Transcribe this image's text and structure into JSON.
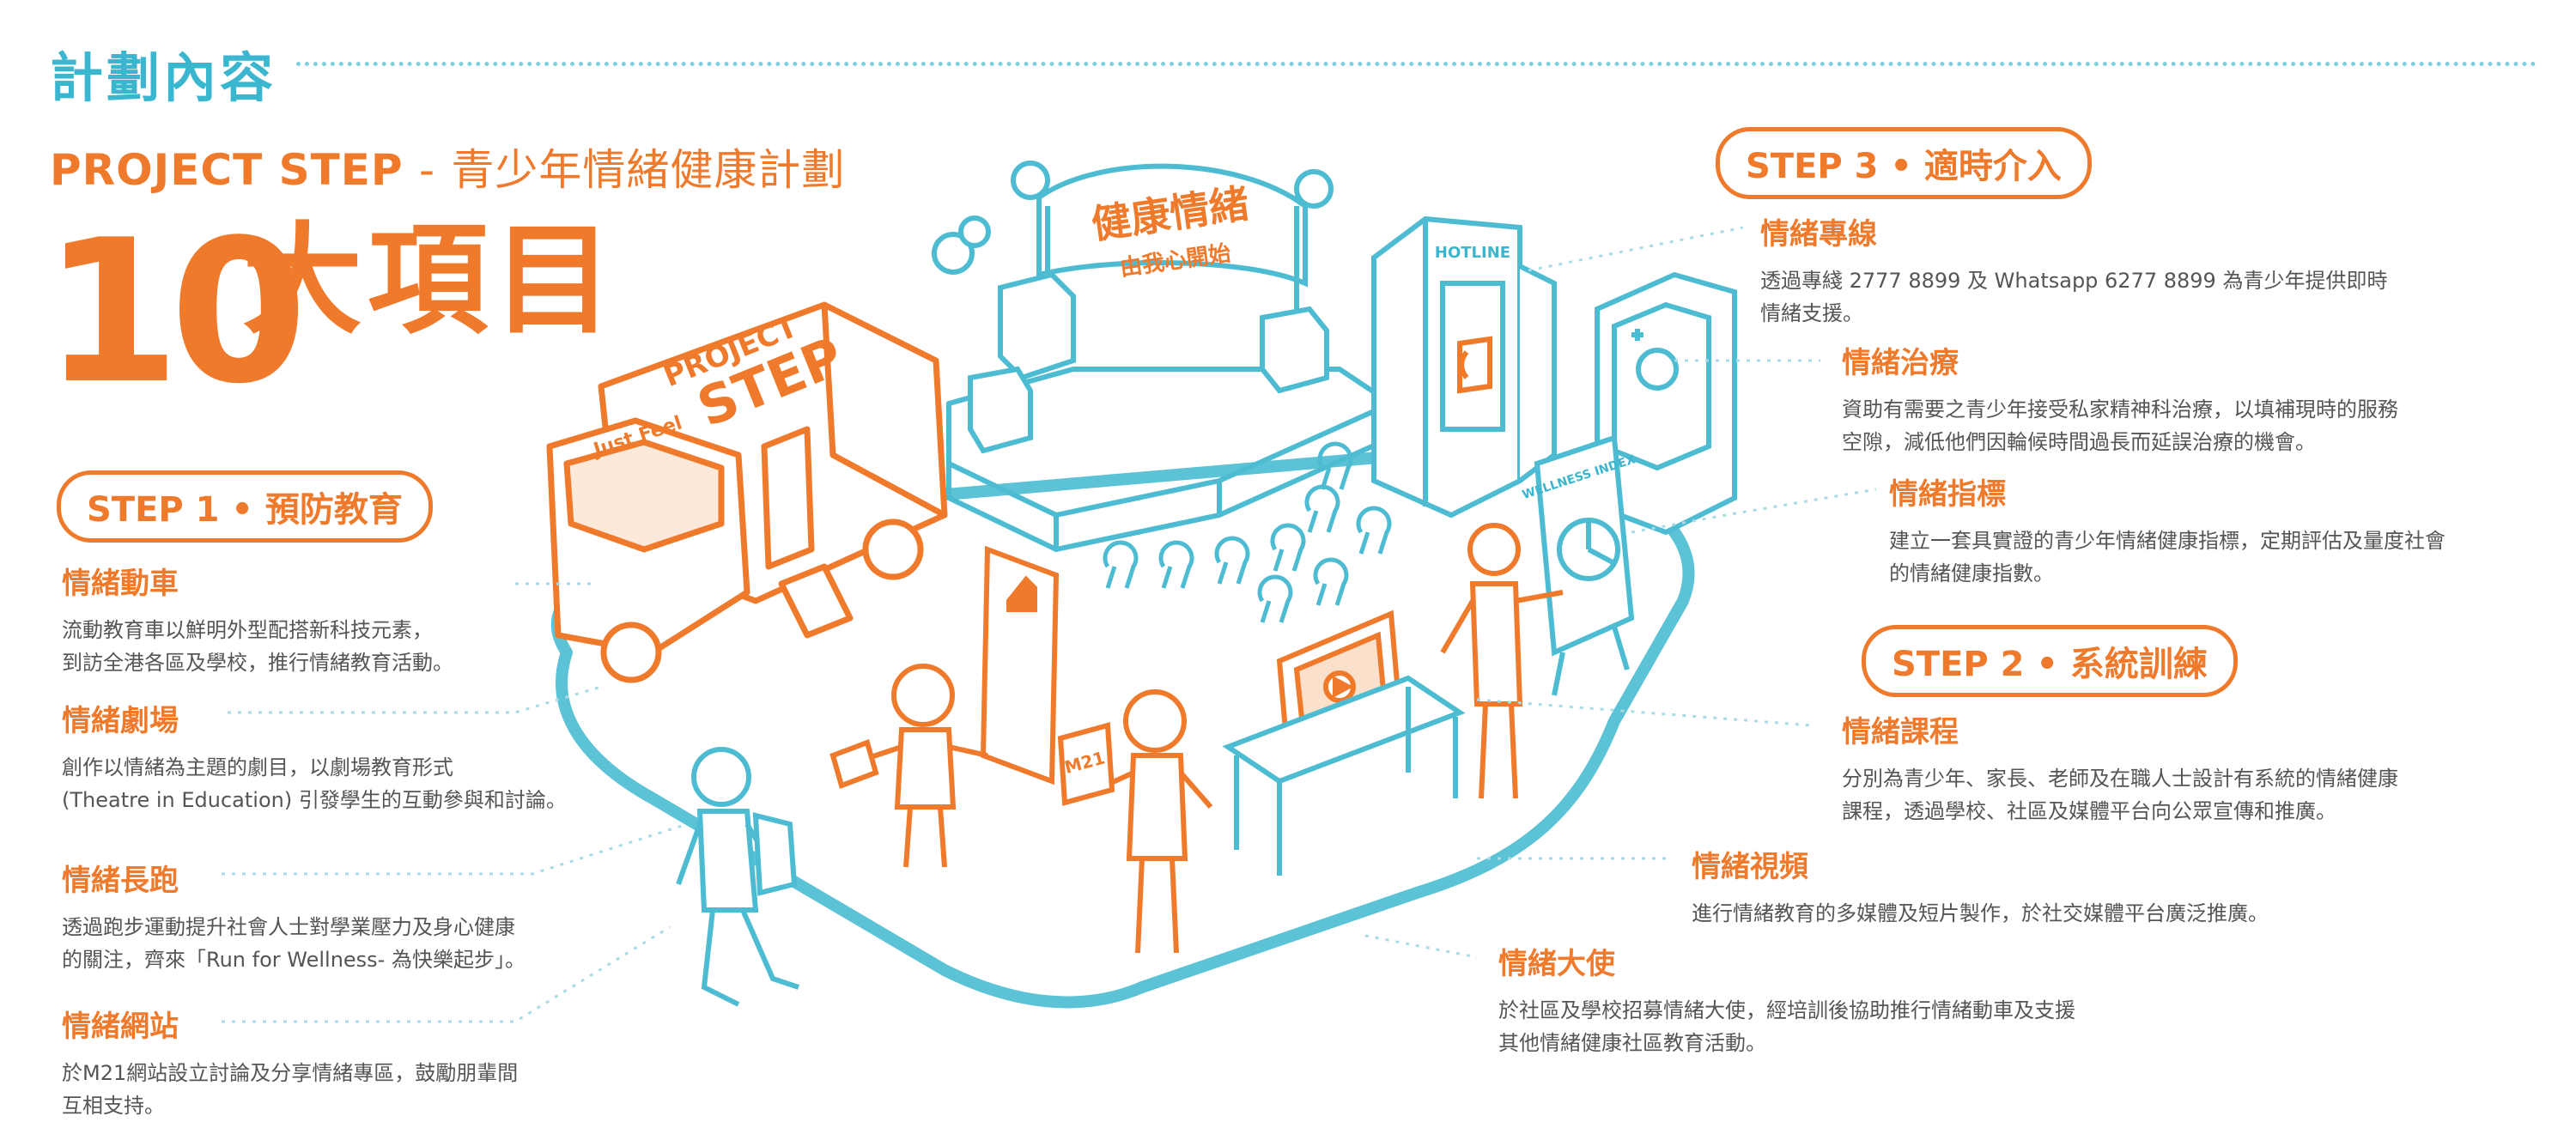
{
  "header": {
    "section_title": "計劃內容"
  },
  "project": {
    "name": "PROJECT STEP",
    "separator": "-",
    "subtitle": "青少年情緒健康計劃",
    "count": "10",
    "count_label": "大項目"
  },
  "steps": [
    {
      "label": "STEP 1 • 預防教育"
    },
    {
      "label": "STEP 2 • 系統訓練"
    },
    {
      "label": "STEP 3 • 適時介入"
    }
  ],
  "items": {
    "emotion_truck": {
      "title": "情緒動車",
      "desc": [
        "流動教育車以鮮明外型配搭新科技元素，",
        "到訪全港各區及學校，推行情緒教育活動。"
      ]
    },
    "emotion_drama": {
      "title": "情緒劇場",
      "desc": [
        "創作以情緒為主題的劇目，以劇場教育形式",
        "(Theatre in Education) 引發學生的互動參與和討論。"
      ]
    },
    "emotion_run": {
      "title": "情緒長跑",
      "desc": [
        "透過跑步運動提升社會人士對學業壓力及身心健康",
        "的關注，齊來「Run for Wellness- 為快樂起步」。"
      ]
    },
    "emotion_web": {
      "title": "情緒網站",
      "desc": [
        "於M21網站設立討論及分享情緒專區，鼓勵朋輩間",
        "互相支持。"
      ]
    },
    "emotion_hotline": {
      "title": "情緒專線",
      "desc": [
        "透過專綫 2777 8899 及 Whatsapp 6277 8899 為青少年提供即時",
        "情緒支援。"
      ]
    },
    "emotion_therapy": {
      "title": "情緒治療",
      "desc": [
        "資助有需要之青少年接受私家精神科治療，以填補現時的服務",
        "空隙，減低他們因輪候時間過長而延誤治療的機會。"
      ]
    },
    "emotion_index": {
      "title": "情緒指標",
      "desc": [
        "建立一套具實證的青少年情緒健康指標，定期評估及量度社會",
        "的情緒健康指數。"
      ]
    },
    "emotion_course": {
      "title": "情緒課程",
      "desc": [
        "分別為青少年、家長、老師及在職人士設計有系統的情緒健康",
        "課程，透過學校、社區及媒體平台向公眾宣傳和推廣。"
      ]
    },
    "emotion_video": {
      "title": "情緒視頻",
      "desc": [
        "進行情緒教育的多媒體及短片製作，於社交媒體平台廣泛推廣。"
      ]
    },
    "emotion_ambassador": {
      "title": "情緒大使",
      "desc": [
        "於社區及學校招募情緒大使，經培訓後協助推行情緒動車及支援",
        "其他情緒健康社區教育活動。"
      ]
    }
  },
  "illustration": {
    "stage_banner_line1": "健康情緒",
    "stage_banner_line2": "由我心開始",
    "truck_label_line1": "PROJECT",
    "truck_label_line2": "STEP",
    "truck_side_text": "Just Feel",
    "phone_booth_sign": "HOTLINE",
    "board_sign": "WELLNESS INDEX",
    "tablet_text": "M21",
    "colors": {
      "teal": "#3bb6cf",
      "orange": "#f07a2b"
    }
  }
}
